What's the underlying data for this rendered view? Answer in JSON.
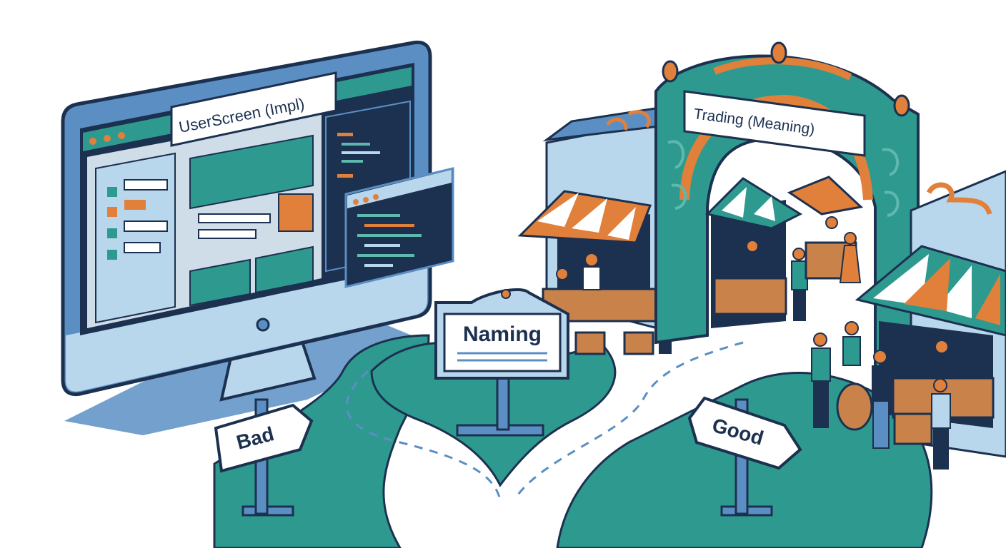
{
  "signs": {
    "monitor": "UserScreen (Impl)",
    "arch": "Trading (Meaning)",
    "center": "Naming",
    "left": "Bad",
    "right": "Good"
  },
  "colors": {
    "navy": "#1c3050",
    "teal": "#2e9a8f",
    "teal_light": "#5fb8ad",
    "orange": "#e0803b",
    "sky": "#b9d7ec",
    "steel": "#5b8fc3",
    "stone": "#cfdde9",
    "wood": "#c9824a",
    "white": "#ffffff"
  }
}
